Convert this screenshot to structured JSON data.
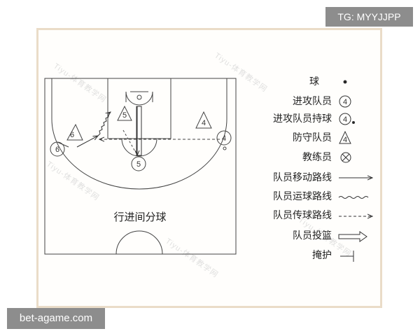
{
  "overlay": {
    "tg_label": "TG: MYYJJPP",
    "site_label": "bet-agame.com"
  },
  "diagram": {
    "caption": "行进间分球",
    "players": {
      "attacker_top": "5",
      "attacker_low": "5",
      "attacker_right": "4",
      "attacker_left_outline": "6",
      "defender_left": "6",
      "defender_right": "4"
    }
  },
  "legend": {
    "ball": "球",
    "attacker": "进攻队员",
    "attacker_sym": "4",
    "attacker_ball": "进攻队员持球",
    "attacker_ball_sym": "4",
    "defender": "防守队员",
    "defender_sym": "4",
    "coach": "教练员",
    "move": "队员移动路线",
    "dribble": "队员运球路线",
    "pass": "队员传球路线",
    "shot": "队员投篮",
    "screen": "掩护"
  },
  "watermark": "Tiyu-体育教学网"
}
